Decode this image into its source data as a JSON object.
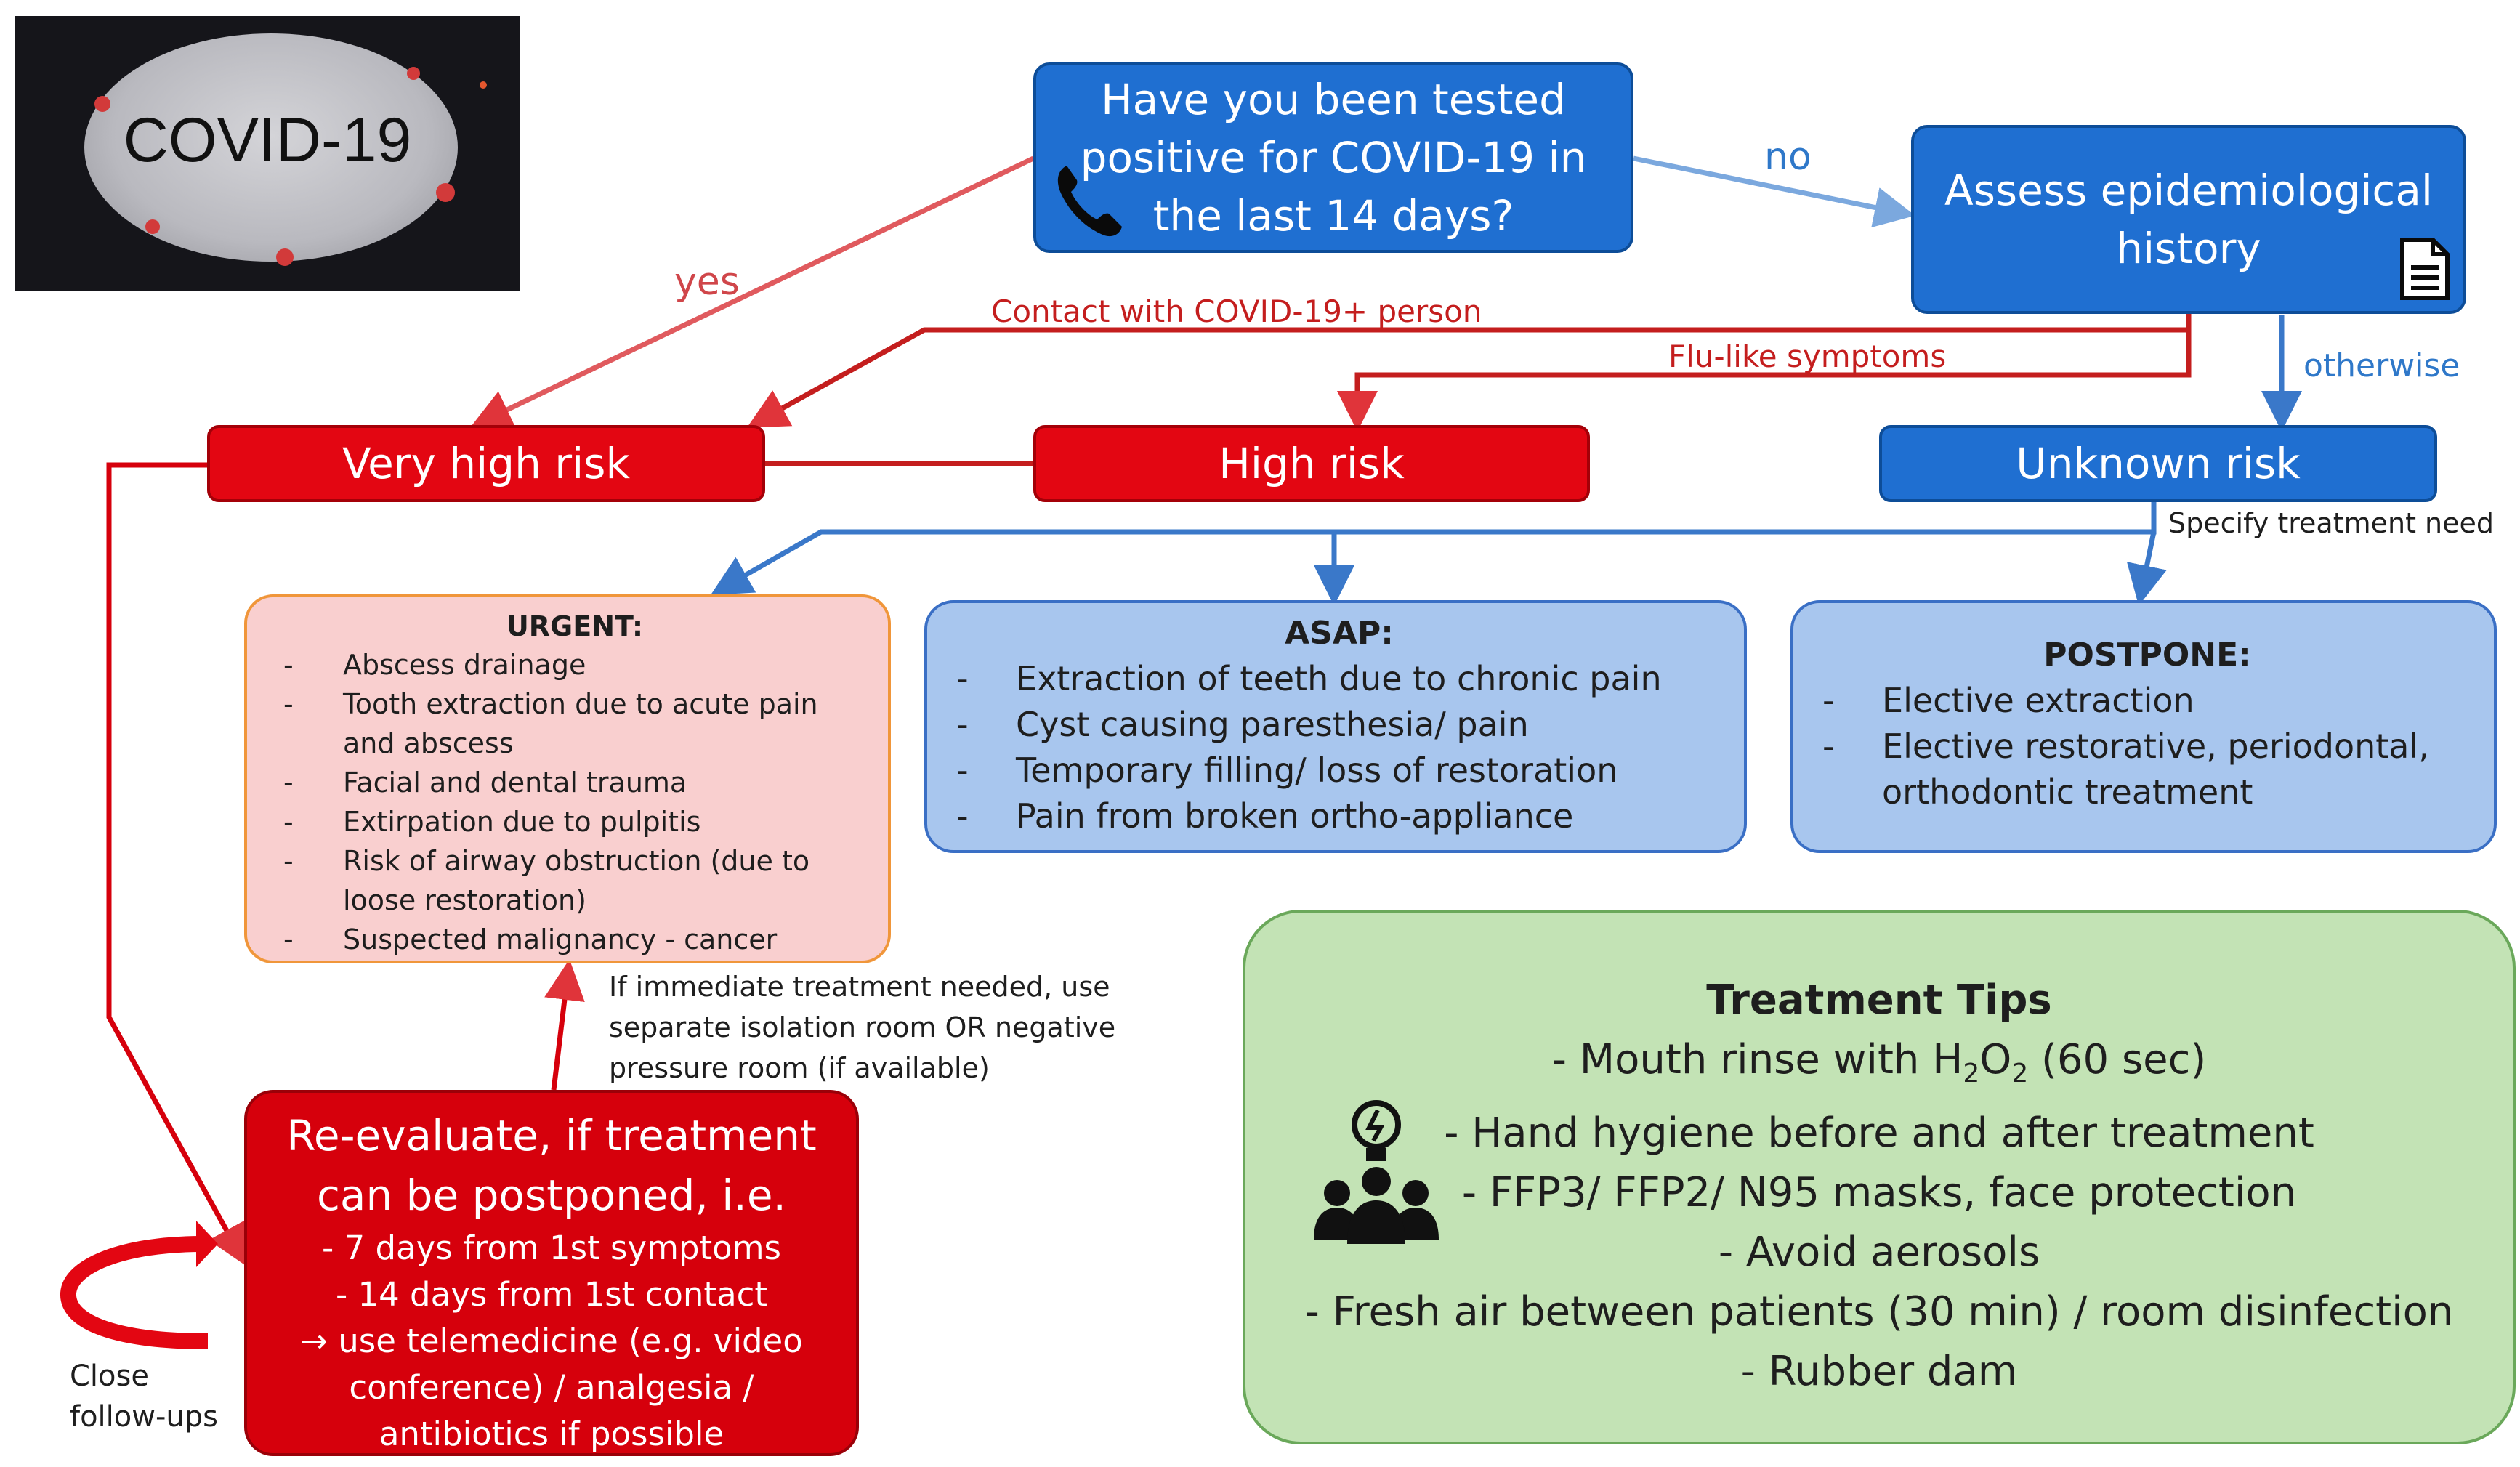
{
  "logo": {
    "text": "COVID-19"
  },
  "question": {
    "lines": [
      "Have you been tested",
      "positive for COVID-19 in",
      "the last 14 days?"
    ]
  },
  "assess": {
    "lines": [
      "Assess epidemiological",
      "history"
    ]
  },
  "edges": {
    "no": "no",
    "yes": "yes",
    "contact": "Contact with COVID-19+ person",
    "flu": "Flu-like symptoms",
    "otherwise": "otherwise",
    "specify": "Specify treatment need",
    "immediate": [
      "If immediate treatment needed, use",
      "separate isolation room OR negative",
      "pressure room (if available)"
    ],
    "close_followups": [
      "Close",
      "follow-ups"
    ]
  },
  "risks": {
    "very_high": "Very high risk",
    "high": "High risk",
    "unknown": "Unknown risk"
  },
  "urgent": {
    "title": "URGENT:",
    "items": [
      "Abscess drainage",
      "Tooth extraction due to acute pain and abscess",
      "Facial and dental trauma",
      "Extirpation due to pulpitis",
      "Risk of airway obstruction (due to loose restoration)",
      "Suspected malignancy - cancer"
    ]
  },
  "asap": {
    "title": "ASAP:",
    "items": [
      "Extraction of teeth due to chronic pain",
      "Cyst causing paresthesia/ pain",
      "Temporary filling/ loss of restoration",
      "Pain from broken ortho-appliance"
    ]
  },
  "postpone": {
    "title": "POSTPONE:",
    "items": [
      "Elective extraction",
      "Elective restorative, periodontal, orthodontic treatment"
    ]
  },
  "reevaluate": {
    "head": [
      "Re-evaluate, if treatment",
      "can be postponed, i.e."
    ],
    "lines": [
      "- 7 days from 1st symptoms",
      "- 14 days from 1st contact",
      "→ use telemedicine (e.g. video",
      "conference) / analgesia /",
      "antibiotics if possible"
    ]
  },
  "tips": {
    "title": "Treatment Tips",
    "mouth_prefix": "-   Mouth rinse with H",
    "sub2": "2",
    "o_letter": "O",
    "mouth_suffix": " (60 sec)",
    "lines": [
      "-   Hand hygiene before and after treatment",
      "-   FFP3/ FFP2/ N95 masks, face protection",
      "-   Avoid aerosols",
      "-   Fresh air between patients (30 min) / room disinfection",
      "-   Rubber dam"
    ]
  },
  "icons": [
    "phone-icon",
    "document-icon",
    "team-idea-icon",
    "loop-arrow-icon"
  ],
  "colors": {
    "red": "#e30612",
    "dark_red": "#c41e1e",
    "blue": "#1f6fd1",
    "light_blue": "#a8c6ee",
    "pink": "#f9cfcf",
    "green": "#c3e3b5"
  }
}
